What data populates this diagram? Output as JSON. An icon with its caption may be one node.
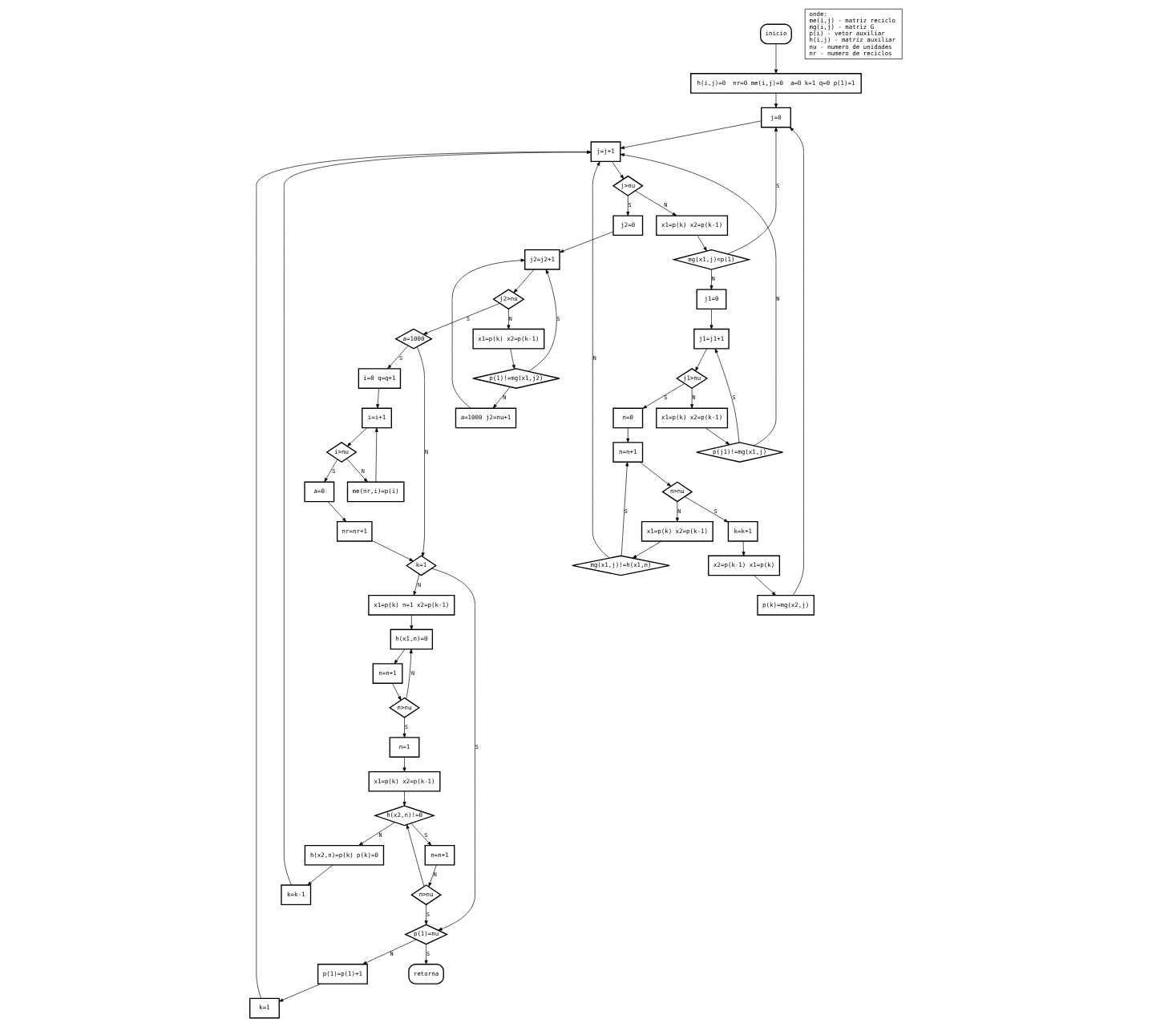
{
  "diagram": {
    "nodes": [
      {
        "text": [
          "inicio"
        ]
      },
      {
        "text": [
          "h(i,j)=0  nr=0 me(i,j)=0  a=0 k=1 q=0 p(1)=1"
        ]
      },
      {
        "text": [
          "j=0"
        ]
      },
      {
        "text": [
          "j=j+1"
        ]
      },
      {
        "text": [
          "j>nu"
        ]
      },
      {
        "text": [
          "x1=p(k) x2=p(k-1)"
        ]
      },
      {
        "text": [
          "mg(x1,j)<p(1)"
        ]
      },
      {
        "text": [
          "j2=0"
        ]
      },
      {
        "text": [
          "j2=j2+1"
        ]
      },
      {
        "text": [
          "j2>nu"
        ]
      },
      {
        "text": [
          "x1=p(k) x2=p(k-1)"
        ]
      },
      {
        "text": [
          "p(1)!=mg(x1,j2)"
        ]
      },
      {
        "text": [
          "a=1000 j2=nu+1"
        ]
      },
      {
        "text": [
          "a=1000"
        ]
      },
      {
        "text": [
          "i=0 q=q+1"
        ]
      },
      {
        "text": [
          "i=i+1"
        ]
      },
      {
        "text": [
          "i>nu"
        ]
      },
      {
        "text": [
          "me(nr,i)=p(i)"
        ]
      },
      {
        "text": [
          "a=0"
        ]
      },
      {
        "text": [
          "nr=nr+1"
        ]
      },
      {
        "text": [
          "k=1"
        ]
      },
      {
        "text": [
          "x1=p(k) n=1 x2=p(k-1)"
        ]
      },
      {
        "text": [
          "h(x1,n)=0"
        ]
      },
      {
        "text": [
          "n=n+1"
        ]
      },
      {
        "text": [
          "n>nu"
        ]
      },
      {
        "text": [
          "n=1"
        ]
      },
      {
        "text": [
          "x1=p(k) x2=p(k-1)"
        ]
      },
      {
        "text": [
          "h(x2,n)!=0"
        ]
      },
      {
        "text": [
          "n=n+1"
        ]
      },
      {
        "text": [
          "n>nu"
        ]
      },
      {
        "text": [
          "p(1)=nu"
        ]
      },
      {
        "text": [
          "retorna"
        ]
      },
      {
        "text": [
          "h(x2,n)=p(k) p(k)=0"
        ]
      },
      {
        "text": [
          "k=k-1"
        ]
      },
      {
        "text": [
          "p(1)=p(1)+1"
        ]
      },
      {
        "text": [
          "k=1"
        ]
      },
      {
        "text": [
          "j1=0"
        ]
      },
      {
        "text": [
          "j1=j1+1"
        ]
      },
      {
        "text": [
          "j1>nu"
        ]
      },
      {
        "text": [
          "x1=p(k) x2=p(k-1)"
        ]
      },
      {
        "text": [
          "p(j1)!=mg(x1,j)"
        ]
      },
      {
        "text": [
          "n=0"
        ]
      },
      {
        "text": [
          "n=n+1"
        ]
      },
      {
        "text": [
          "n>nu"
        ]
      },
      {
        "text": [
          "k=k+1"
        ]
      },
      {
        "text": [
          "x2=p(k-1) x1=p(k)"
        ]
      },
      {
        "text": [
          "p(k)=mg(x2,j)"
        ]
      },
      {
        "text": [
          "x1=p(k) x2=p(k-1)"
        ]
      },
      {
        "text": [
          "mg(x1,j)!=h(x1,n)"
        ]
      },
      {
        "text": [
          "onde:",
          "me(i,j) - matriz reciclo",
          "mg(i,j) - matriz G",
          "p(i) - vetor auxiliar",
          "h(i,j) - matriz auxiliar",
          "nu - numero de unidades",
          "nr - numero de reciclos"
        ]
      }
    ],
    "edges": [
      {
        "from": 0,
        "to": 1,
        "arrow": "to"
      },
      {
        "from": 1,
        "to": 2,
        "arrow": "to"
      },
      {
        "from": 2,
        "to": 3,
        "arrow": "to"
      },
      {
        "from": 3,
        "to": 4,
        "arrow": "to"
      },
      {
        "from": 4,
        "to": 5,
        "arrow": "to",
        "label": "N"
      },
      {
        "from": 4,
        "to": 7,
        "arrow": "to",
        "label": "S"
      },
      {
        "from": 5,
        "to": 6,
        "arrow": "to"
      },
      {
        "from": 6,
        "to": 2,
        "arrow": "to",
        "label": "S"
      },
      {
        "from": 6,
        "to": 36,
        "arrow": "to",
        "label": "N"
      },
      {
        "from": 36,
        "to": 37,
        "arrow": "to"
      },
      {
        "from": 37,
        "to": 38,
        "arrow": "to"
      },
      {
        "from": 38,
        "to": 41,
        "arrow": "to",
        "label": "S"
      },
      {
        "from": 38,
        "to": 39,
        "arrow": "to",
        "label": "N"
      },
      {
        "from": 39,
        "to": 40,
        "arrow": "to"
      },
      {
        "from": 40,
        "to": 37,
        "arrow": "to",
        "label": "S"
      },
      {
        "from": 40,
        "to": 3,
        "arrow": "to",
        "label": "N"
      },
      {
        "from": 41,
        "to": 42,
        "arrow": "to"
      },
      {
        "from": 42,
        "to": 43,
        "arrow": "to"
      },
      {
        "from": 43,
        "to": 44,
        "arrow": "to",
        "label": "S"
      },
      {
        "from": 43,
        "to": 47,
        "arrow": "to",
        "label": "N"
      },
      {
        "from": 44,
        "to": 45,
        "arrow": "to"
      },
      {
        "from": 45,
        "to": 46,
        "arrow": "to"
      },
      {
        "from": 46,
        "to": 2,
        "arrow": "to"
      },
      {
        "from": 47,
        "to": 48,
        "arrow": "to"
      },
      {
        "from": 48,
        "to": 42,
        "arrow": "to",
        "label": "S"
      },
      {
        "from": 48,
        "to": 3,
        "arrow": "to",
        "label": "N"
      },
      {
        "from": 7,
        "to": 8,
        "arrow": "to"
      },
      {
        "from": 8,
        "to": 9,
        "arrow": "to"
      },
      {
        "from": 9,
        "to": 13,
        "arrow": "to",
        "label": "S"
      },
      {
        "from": 9,
        "to": 10,
        "arrow": "to",
        "label": "N"
      },
      {
        "from": 10,
        "to": 11,
        "arrow": "to"
      },
      {
        "from": 11,
        "to": 8,
        "arrow": "to",
        "label": "S"
      },
      {
        "from": 11,
        "to": 12,
        "arrow": "to",
        "label": "N"
      },
      {
        "from": 12,
        "to": 8,
        "arrow": "to"
      },
      {
        "from": 13,
        "to": 14,
        "arrow": "to",
        "label": "S"
      },
      {
        "from": 13,
        "to": 20,
        "arrow": "to",
        "label": "N"
      },
      {
        "from": 14,
        "to": 15,
        "arrow": "to"
      },
      {
        "from": 15,
        "to": 16,
        "arrow": "to"
      },
      {
        "from": 16,
        "to": 17,
        "arrow": "to",
        "label": "N"
      },
      {
        "from": 16,
        "to": 18,
        "arrow": "to",
        "label": "S"
      },
      {
        "from": 17,
        "to": 15,
        "arrow": "to"
      },
      {
        "from": 18,
        "to": 19,
        "arrow": "to"
      },
      {
        "from": 19,
        "to": 20,
        "arrow": "to"
      },
      {
        "from": 20,
        "to": 30,
        "arrow": "to",
        "label": "S"
      },
      {
        "from": 20,
        "to": 21,
        "arrow": "to",
        "label": "N"
      },
      {
        "from": 21,
        "to": 22,
        "arrow": "to"
      },
      {
        "from": 22,
        "to": 23,
        "arrow": "to"
      },
      {
        "from": 23,
        "to": 24,
        "arrow": "to"
      },
      {
        "from": 24,
        "to": 25,
        "arrow": "to",
        "label": "S"
      },
      {
        "from": 24,
        "to": 22,
        "arrow": "to",
        "label": "N"
      },
      {
        "from": 25,
        "to": 26,
        "arrow": "to"
      },
      {
        "from": 26,
        "to": 27,
        "arrow": "to"
      },
      {
        "from": 27,
        "to": 28,
        "arrow": "to",
        "label": "S"
      },
      {
        "from": 27,
        "to": 32,
        "arrow": "to",
        "label": "N"
      },
      {
        "from": 28,
        "to": 29,
        "arrow": "to",
        "label": "N"
      },
      {
        "from": 29,
        "to": 27,
        "arrow": "to"
      },
      {
        "from": 29,
        "to": 30,
        "arrow": "to",
        "label": "S"
      },
      {
        "from": 30,
        "to": 31,
        "arrow": "to",
        "label": "S"
      },
      {
        "from": 30,
        "to": 34,
        "arrow": "to",
        "label": "N"
      },
      {
        "from": 32,
        "to": 33,
        "arrow": "to"
      },
      {
        "from": 33,
        "to": 3,
        "arrow": "to"
      },
      {
        "from": 34,
        "to": 35,
        "arrow": "to"
      },
      {
        "from": 35,
        "to": 3,
        "arrow": "to"
      }
    ]
  }
}
